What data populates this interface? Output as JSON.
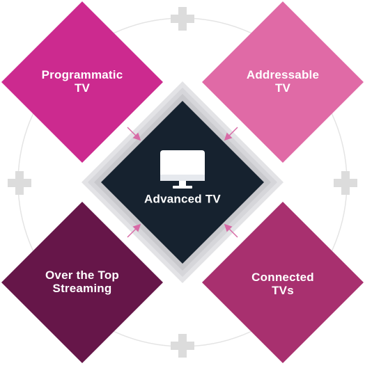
{
  "diagram": {
    "center": {
      "label": "Advanced TV",
      "icon": "tv-monitor-icon",
      "color": "#16222f"
    },
    "nodes": [
      {
        "id": "programmatic",
        "line1": "Programmatic",
        "line2": "TV",
        "color": "#cc2a8f"
      },
      {
        "id": "addressable",
        "line1": "Addressable",
        "line2": "TV",
        "color": "#e06aa6"
      },
      {
        "id": "over-the-top",
        "line1": "Over the Top",
        "line2": "Streaming",
        "color": "#661649"
      },
      {
        "id": "connected",
        "line1": "Connected",
        "line2": "TVs",
        "color": "#a8306f"
      }
    ],
    "connector_icon": "plus-icon",
    "accents": {
      "arrow": "#d86aa6",
      "ring": "#e4e4e4",
      "plus": "#dcdcdc",
      "halo": [
        "#c8c8cc",
        "#d6d6da",
        "#e3e3e6"
      ]
    }
  }
}
